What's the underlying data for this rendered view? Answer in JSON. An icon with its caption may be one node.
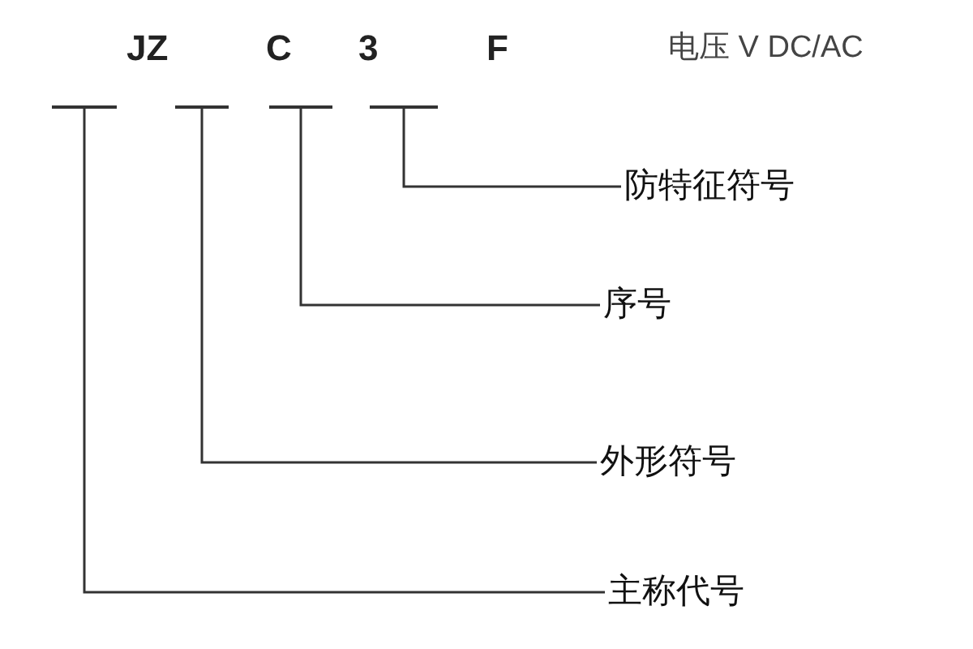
{
  "diagram": {
    "nodes": [
      {
        "text": [],
        "shape": "bar"
      },
      {
        "text": [],
        "shape": "bar"
      },
      {
        "text": [],
        "shape": "bar"
      },
      {
        "text": [],
        "shape": "bar"
      },
      {
        "text": [
          "防特征符号"
        ]
      },
      {
        "text": [
          "序号"
        ]
      },
      {
        "text": [
          "外形符号"
        ]
      },
      {
        "text": [
          "主称代号"
        ]
      }
    ],
    "edges": [
      {
        "from": 3,
        "to": 4,
        "arrow": "none"
      },
      {
        "from": 2,
        "to": 5,
        "arrow": "none"
      },
      {
        "from": 1,
        "to": 6,
        "arrow": "none"
      },
      {
        "from": 0,
        "to": 7,
        "arrow": "none"
      }
    ],
    "labels": [
      "JZ",
      "C",
      "3",
      "F",
      "电压 V DC/AC"
    ]
  }
}
